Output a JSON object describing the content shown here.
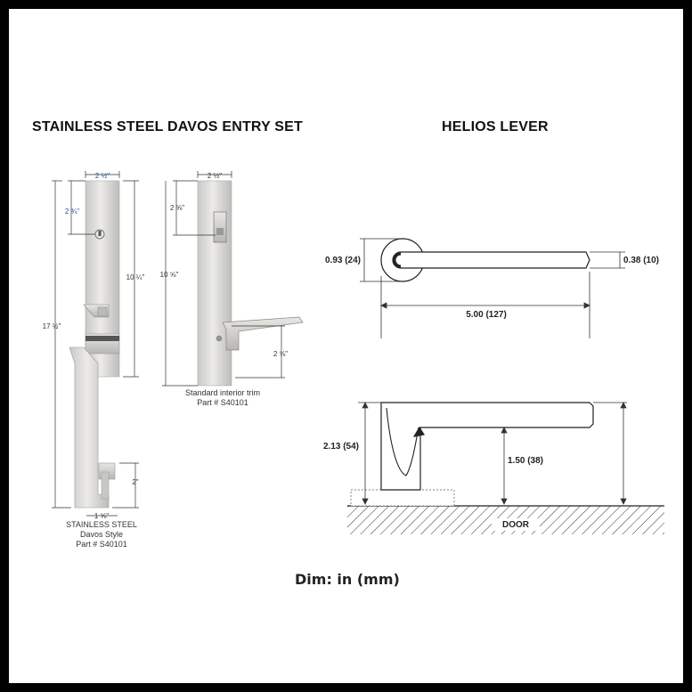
{
  "titles": {
    "entry_set": "STAINLESS STEEL DAVOS ENTRY SET",
    "lever": "HELIOS LEVER"
  },
  "exterior": {
    "dims": {
      "plate_width": "2 ½\"",
      "cylinder_offset": "2 ¾\"",
      "plate_height": "10 ¼\"",
      "overall_height": "17 ½\"",
      "thumb_height": "2\"",
      "thumb_width": "1 ⅝\""
    },
    "caption": [
      "STAINLESS STEEL",
      "Davos Style",
      "Part # S40101"
    ]
  },
  "interior": {
    "dims": {
      "plate_width": "2 ½\"",
      "turn_offset": "2 ⅝\"",
      "plate_height": "10 ⅝\"",
      "lever_drop": "2 ⅝\""
    },
    "caption": [
      "Standard interior trim",
      "Part # S40101"
    ]
  },
  "lever": {
    "dims": {
      "rose_diameter": "0.93 (24)",
      "lever_thickness": "0.38 (10)",
      "lever_length": "5.00 (127)",
      "projection": "2.13 (54)",
      "clearance": "1.50 (38)"
    },
    "door_label": "DOOR"
  },
  "footer": "Dim: in (mm)"
}
